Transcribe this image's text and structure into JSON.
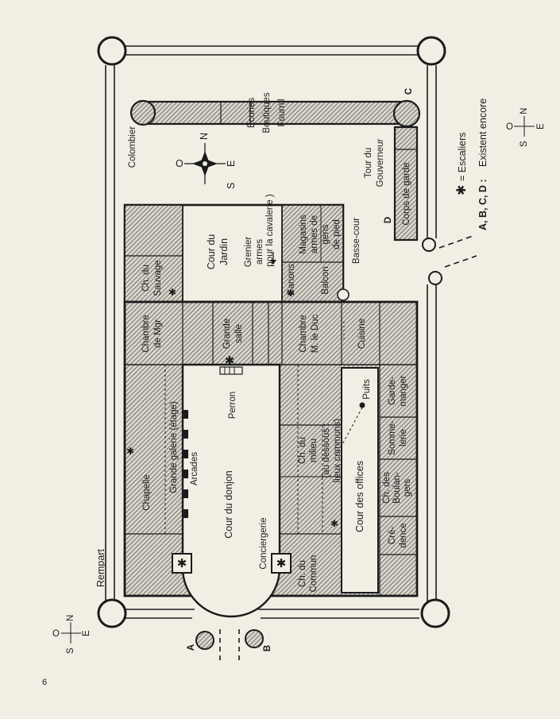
{
  "page_number": "6",
  "labels": {
    "rempart": "Rempart",
    "colombier": "Colombier",
    "ecuries": "Écuries",
    "boutiques": "Boutiques",
    "fournil": "Fournil",
    "tour_gouverneur_1": "Tour du",
    "tour_gouverneur_2": "Gouverneur",
    "corps_de_garde": "Corps de garde",
    "basse_cour": "Basse-cour",
    "cour_jardin_1": "Cour du",
    "cour_jardin_2": "Jardin",
    "grenier_1": "Grenier",
    "grenier_2": "armes",
    "grenier_3": "pour la cavalerie )",
    "ch_sauvage_1": "Ch. du",
    "ch_sauvage_2": "Sauvage",
    "canons": "Canons",
    "magasins_1": "Magasins",
    "magasins_2": "armes de",
    "magasins_3": "gens",
    "magasins_4": "de pied",
    "balcon": "Balcon",
    "chambre_mgr_1": "Chambre",
    "chambre_mgr_2": "de Mgr",
    "grande_salle_1": "Grande",
    "grande_salle_2": "salle",
    "chambre_duc_1": "Chambre",
    "chambre_duc_2": "M. le Duc",
    "cuisine": "Cuisine",
    "perron": "Perron",
    "puits": "Puits",
    "garde_manger_1": "Garde-",
    "garde_manger_2": "manger",
    "sommellerie_1": "Somme-",
    "sommellerie_2": "lerie",
    "boulangers_1": "Ch. des",
    "boulangers_2": "Boulan-",
    "boulangers_3": "gers",
    "credence_1": "Cré-",
    "credence_2": "dence",
    "grande_galerie": "Grande galerie (étage)",
    "arcades": "Arcades",
    "chapelle": "Chapelle",
    "cour_donjon": "Cour du donjon",
    "conciergerie": "Conciergerie",
    "ch_milieu_1": "Ch. du",
    "ch_milieu_2": "milieu",
    "au_dessous_1": "(au dessous :",
    "au_dessous_2": "lieux communs)",
    "cour_offices": "Cour des offices",
    "ch_commun_1": "Ch. du",
    "ch_commun_2": "Commun"
  },
  "towers": {
    "a": "A",
    "b": "B",
    "c": "C",
    "d": "D"
  },
  "compass_main": {
    "n": "N",
    "s": "S",
    "e": "E",
    "o": "O"
  },
  "compass_small_1": {
    "n": "N",
    "s": "S",
    "e": "E",
    "o": "O"
  },
  "compass_small_2": {
    "n": "N",
    "s": "S",
    "e": "E",
    "o": "O"
  },
  "legend": {
    "star": "✱",
    "escaliers": "= Escaliers",
    "abcd": "A, B, C, D :",
    "existent": "Existent encore"
  },
  "colors": {
    "paper": "#f1eee4",
    "ink": "#1b1b1b",
    "hatch": "#585858"
  }
}
